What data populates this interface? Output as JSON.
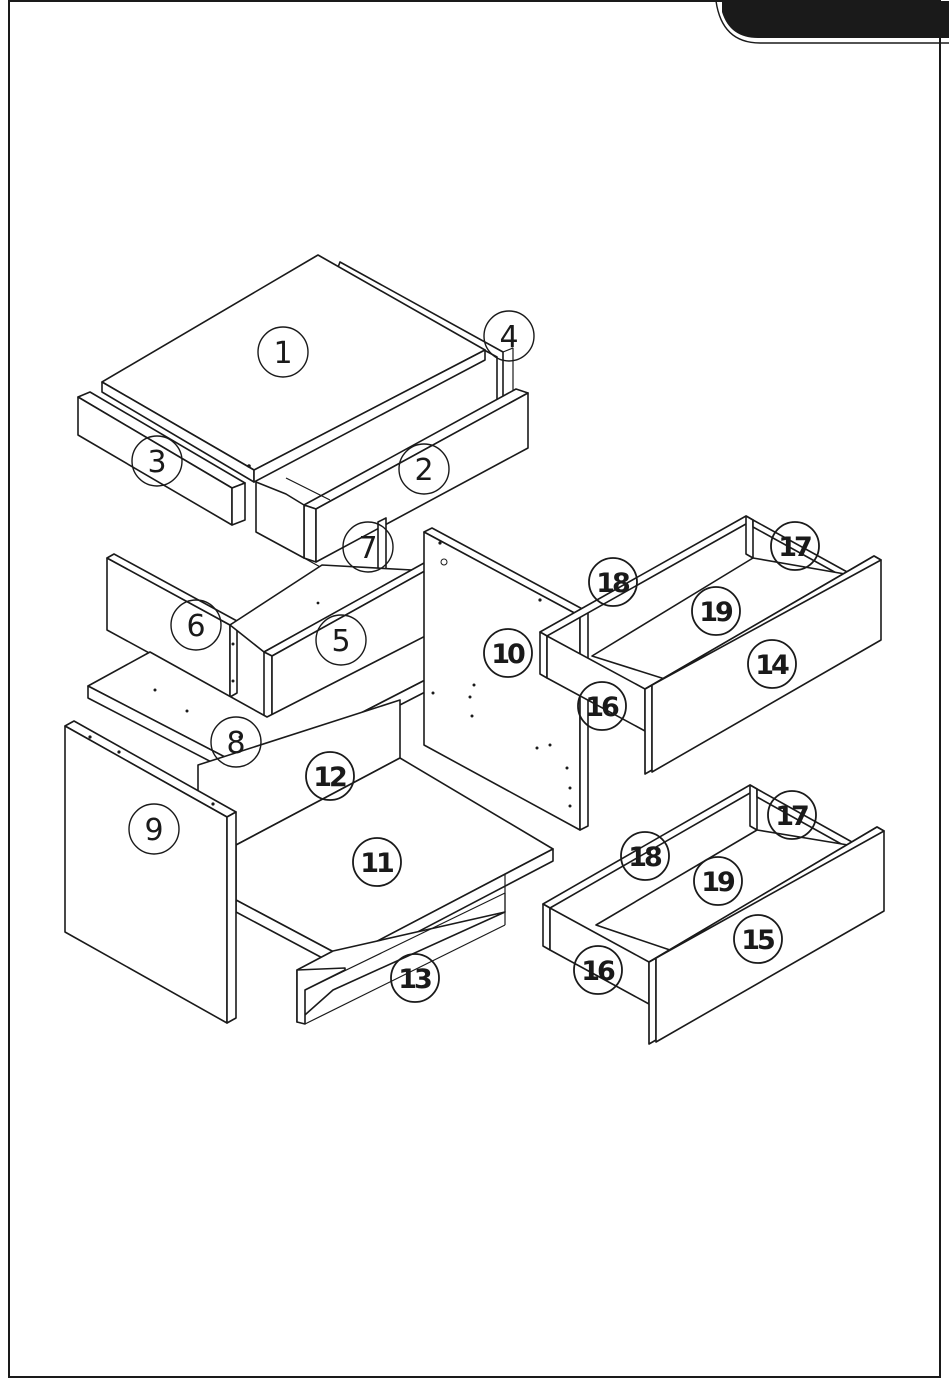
{
  "parts": [
    {
      "id": "1",
      "style": "a"
    },
    {
      "id": "2",
      "style": "a"
    },
    {
      "id": "3",
      "style": "a"
    },
    {
      "id": "4",
      "style": "a"
    },
    {
      "id": "5",
      "style": "a"
    },
    {
      "id": "6",
      "style": "a"
    },
    {
      "id": "7",
      "style": "a"
    },
    {
      "id": "8",
      "style": "a"
    },
    {
      "id": "9",
      "style": "a"
    },
    {
      "id": "10",
      "style": "b"
    },
    {
      "id": "11",
      "style": "b"
    },
    {
      "id": "12",
      "style": "b"
    },
    {
      "id": "13",
      "style": "b"
    },
    {
      "id": "14",
      "style": "b"
    },
    {
      "id": "15",
      "style": "b"
    },
    {
      "id": "16",
      "style": "b"
    },
    {
      "id": "16",
      "style": "b"
    },
    {
      "id": "17",
      "style": "b"
    },
    {
      "id": "17",
      "style": "b"
    },
    {
      "id": "18",
      "style": "b"
    },
    {
      "id": "18",
      "style": "b"
    },
    {
      "id": "19",
      "style": "b"
    },
    {
      "id": "19",
      "style": "b"
    }
  ]
}
